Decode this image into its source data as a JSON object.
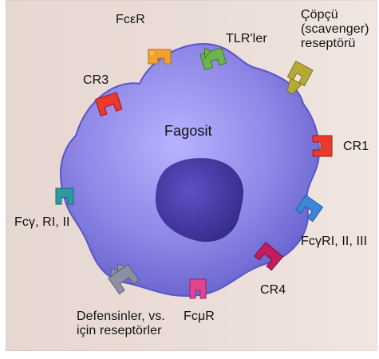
{
  "cell": {
    "title": "Fagosit"
  },
  "receptors": {
    "fce_r": "FcεR",
    "tlr": "TLR'ler",
    "scavenger": [
      "Çöpçü",
      "(scavenger)",
      "reseptörü"
    ],
    "cr3": "CR3",
    "cr1": "CR1",
    "fcg_ri_ii": "Fcγ, RI, II",
    "fcg_ri_ii_iii": "FcγRI, II, III",
    "cr4": "CR4",
    "fcm_r": "FcμR",
    "defensins": [
      "Defensinler, vs.",
      "için reseptörler"
    ]
  },
  "colors": {
    "cell_fill": "#8d86e6",
    "nucleus": "#3f2f9b",
    "red": "#e83a2f",
    "orange": "#f2a12f",
    "green": "#6db54a",
    "olive": "#b7a936",
    "teal": "#2b9aa3",
    "blue": "#3b86d8",
    "magenta": "#c51a5b",
    "pink": "#e2448f",
    "gray": "#8d8fa5"
  }
}
